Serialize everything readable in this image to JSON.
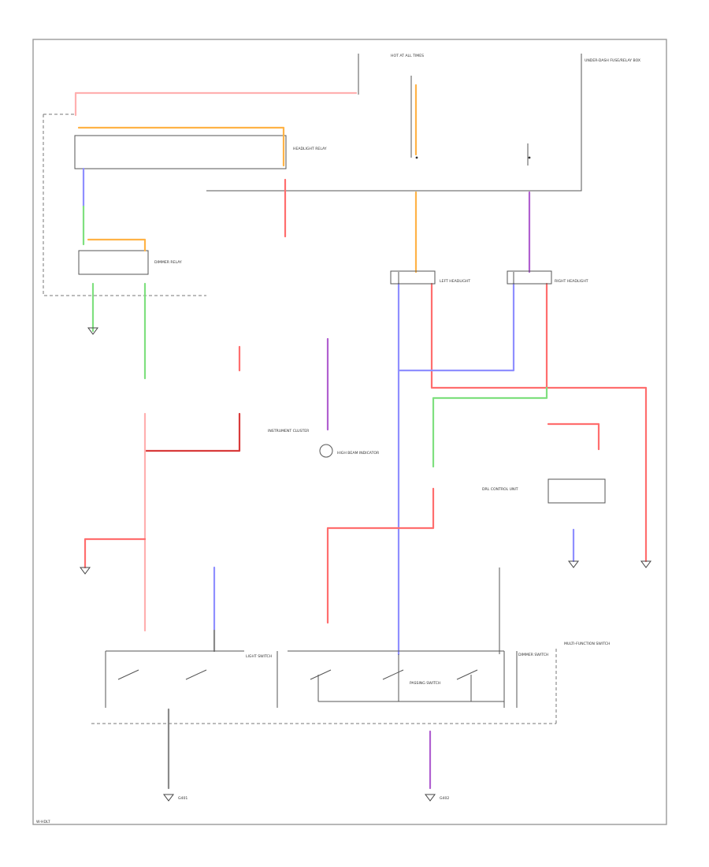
{
  "diagram": {
    "colors": {
      "red": "#ff6e6e",
      "pink": "#ffb0b0",
      "orange": "#ffb347",
      "green": "#7fe07f",
      "blue": "#8f8fff",
      "violet": "#b060d0",
      "dark_red": "#d83a3a",
      "gray": "#8a8a8a"
    },
    "labels": {
      "fuse_box_title": "HOT AT ALL TIMES",
      "fuse_box_note": "UNDER-DASH FUSE/RELAY BOX",
      "lighting_relay": "HEADLIGHT RELAY",
      "dimmer_relay": "DIMMER RELAY",
      "left_headlight": "LEFT HEADLIGHT",
      "right_headlight": "RIGHT HEADLIGHT",
      "instrument_cluster": "INSTRUMENT CLUSTER",
      "high_beam_indicator": "HIGH BEAM INDICATOR",
      "light_switch": "LIGHT SWITCH",
      "multifunction_switch": "MULTI-FUNCTION SWITCH",
      "dimmer_switch": "DIMMER SWITCH",
      "passing_switch": "PASSING SWITCH",
      "drl_control_unit": "DRL CONTROL UNIT",
      "ground_left": "G401",
      "ground_right": "G402",
      "footer_code": "W-HDLT"
    }
  }
}
